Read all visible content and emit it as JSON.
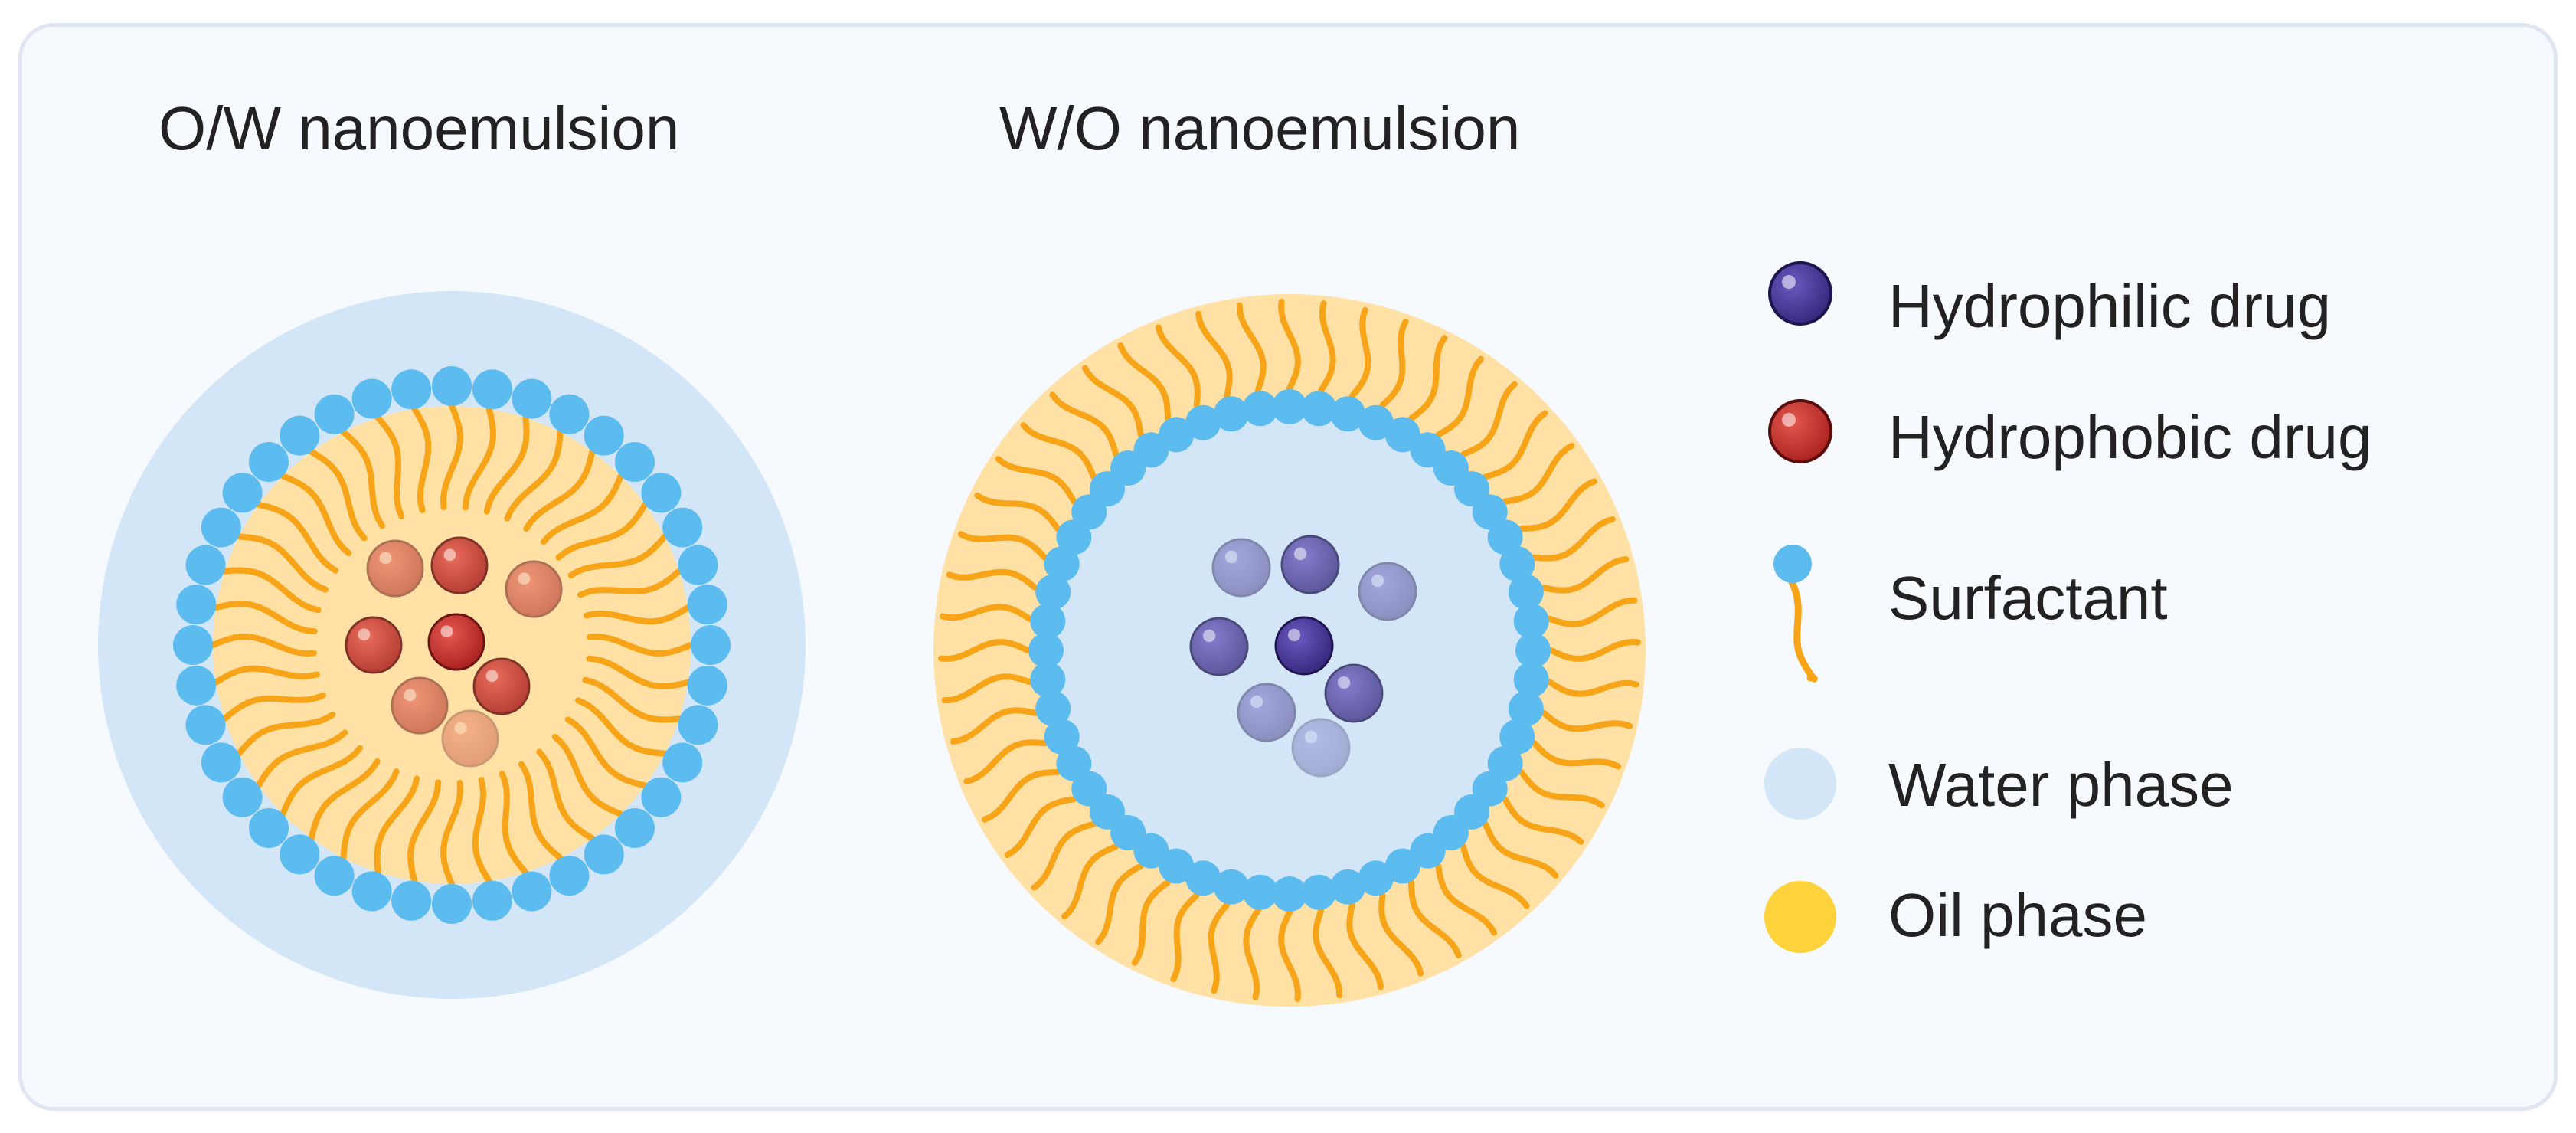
{
  "titles": {
    "ow": "O/W nanoemulsion",
    "wo": "W/O nanoemulsion"
  },
  "legend": [
    {
      "key": "hydrophilic",
      "label": "Hydrophilic drug",
      "icon": "hydrophilic-drug-icon"
    },
    {
      "key": "hydrophobic",
      "label": "Hydrophobic drug",
      "icon": "hydrophobic-drug-icon"
    },
    {
      "key": "surfactant",
      "label": "Surfactant",
      "icon": "surfactant-icon"
    },
    {
      "key": "water",
      "label": "Water phase",
      "icon": "water-phase-icon"
    },
    {
      "key": "oil",
      "label": "Oil phase",
      "icon": "oil-phase-icon"
    }
  ],
  "colors": {
    "water": "#d2e6f8",
    "oil": "#ffe1a6",
    "oil_legend": "#fdd23a",
    "surfactant_head": "#5cbcf0",
    "surfactant_tail": "#f7a418",
    "hydrophilic": "#4a3a9a",
    "hydrophobic": "#c0302c",
    "panel_bg": "#f6f9fd",
    "panel_border": "#dfe6f2"
  }
}
